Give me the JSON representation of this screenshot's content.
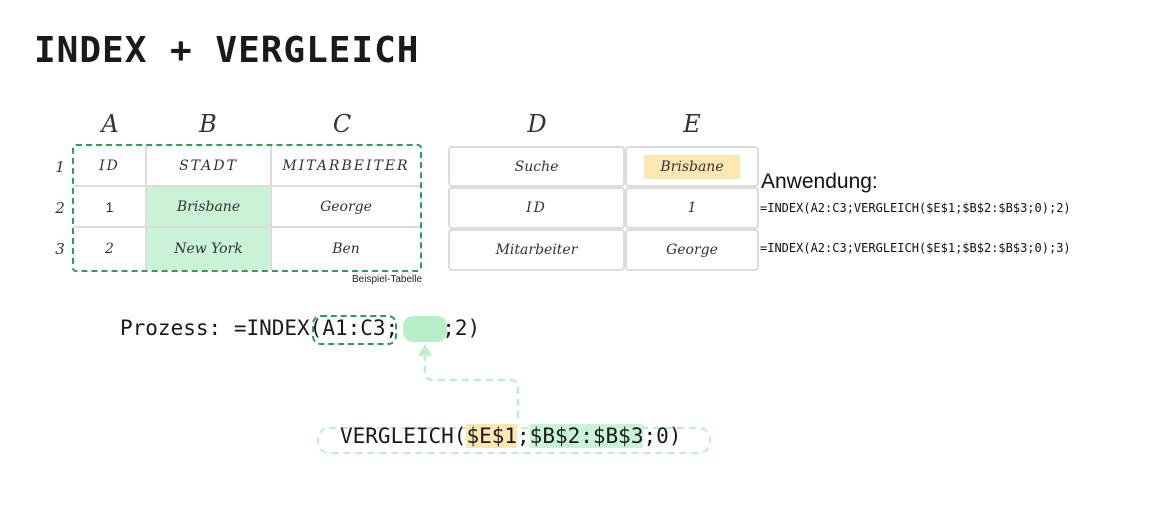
{
  "title": "INDEX + VERGLEICH",
  "left_table": {
    "columns": [
      "A",
      "B",
      "C"
    ],
    "rows": [
      "1",
      "2",
      "3"
    ],
    "cells": [
      [
        "ID",
        "STADT",
        "MITARBEITER"
      ],
      [
        "1",
        "Brisbane",
        "George"
      ],
      [
        "2",
        "New York",
        "Ben"
      ]
    ],
    "caption": "Beispiel-Tabelle"
  },
  "right_table": {
    "columns": [
      "D",
      "E"
    ],
    "labels": [
      "Suche",
      "ID",
      "Mitarbeiter"
    ],
    "values": [
      "Brisbane",
      "1",
      "George"
    ]
  },
  "anwendung": {
    "title": "Anwendung:",
    "formula1": "=INDEX(A2:C3;VERGLEICH($E$1;$B$2:$B$3;0);2)",
    "formula2": "=INDEX(A2:C3;VERGLEICH($E$1;$B$2:$B$3;0);3)"
  },
  "process": {
    "label": "Prozess:",
    "prefix": "=INDEX(",
    "range": "A1:C3",
    "sep": ";",
    "suffix": ";2)"
  },
  "vergleich": {
    "prefix": "VERGLEICH(",
    "arg1": "$E$1",
    "sep1": ";",
    "arg2": "$B$2:$B$3",
    "suffix": ";0)"
  },
  "colors": {
    "green_dashed": "#2e9e57",
    "light_green": "#c9f2d6",
    "yellow": "#fbe7b2",
    "grid": "#dcdcdc"
  }
}
